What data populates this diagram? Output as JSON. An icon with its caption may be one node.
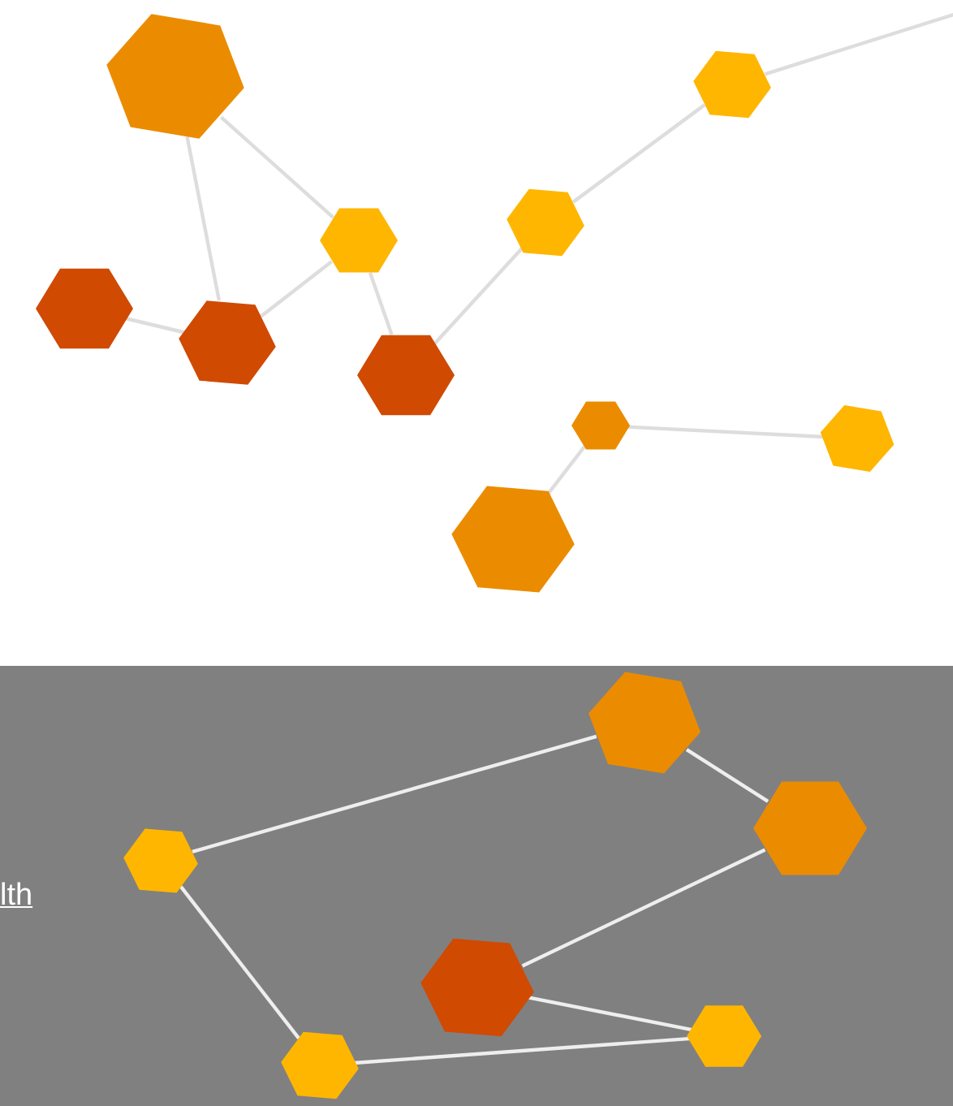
{
  "diagram": {
    "nodes": [
      {
        "text": [],
        "shape": "hexagon"
      },
      {
        "text": [],
        "shape": "hexagon"
      },
      {
        "text": [],
        "shape": "hexagon"
      },
      {
        "text": [],
        "shape": "hexagon"
      },
      {
        "text": [],
        "shape": "hexagon"
      },
      {
        "text": [],
        "shape": "hexagon"
      },
      {
        "text": [],
        "shape": "hexagon"
      },
      {
        "text": [],
        "shape": "hexagon"
      },
      {
        "text": [],
        "shape": "hexagon"
      },
      {
        "text": [],
        "shape": "hexagon"
      },
      {
        "text": [],
        "shape": "hexagon"
      },
      {
        "text": [],
        "shape": "hexagon"
      },
      {
        "text": [],
        "shape": "hexagon"
      },
      {
        "text": [],
        "shape": "hexagon"
      },
      {
        "text": [],
        "shape": "hexagon"
      },
      {
        "text": [],
        "shape": "hexagon"
      }
    ],
    "edges": [
      {
        "from": 0,
        "to": 2,
        "arrow": "none"
      },
      {
        "from": 0,
        "to": 5,
        "arrow": "none"
      },
      {
        "from": 4,
        "to": 5,
        "arrow": "none"
      },
      {
        "from": 5,
        "to": 2,
        "arrow": "none"
      },
      {
        "from": 2,
        "to": 6,
        "arrow": "none"
      },
      {
        "from": 6,
        "to": 3,
        "arrow": "none"
      },
      {
        "from": 3,
        "to": 1,
        "arrow": "none"
      },
      {
        "from": 1,
        "to": null,
        "arrow": "none"
      },
      {
        "from": 7,
        "to": 8,
        "arrow": "none"
      },
      {
        "from": 7,
        "to": 9,
        "arrow": "none"
      },
      {
        "from": 10,
        "to": 11,
        "arrow": "none",
        "color": "#eeeeee"
      },
      {
        "from": 10,
        "to": 12,
        "arrow": "none",
        "color": "#eeeeee"
      },
      {
        "from": 12,
        "to": 13,
        "arrow": "none",
        "color": "#eeeeee"
      },
      {
        "from": 13,
        "to": 14,
        "arrow": "none",
        "color": "#eeeeee"
      },
      {
        "from": 11,
        "to": 15,
        "arrow": "none",
        "color": "#eeeeee"
      },
      {
        "from": 15,
        "to": 14,
        "arrow": "none",
        "color": "#eeeeee"
      }
    ],
    "labels": [
      "lth"
    ]
  }
}
